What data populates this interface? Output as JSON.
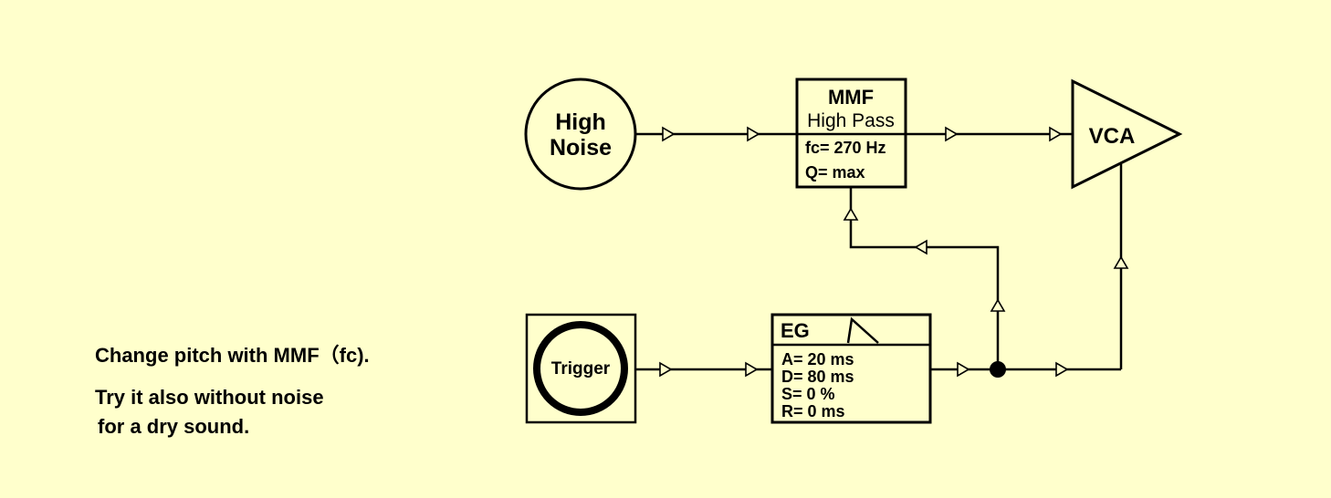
{
  "colors": {
    "background": "#ffffcc",
    "stroke": "#000000"
  },
  "nodes": {
    "noise": {
      "line1": "High",
      "line2": "Noise"
    },
    "mmf": {
      "title": "MMF",
      "mode": "High Pass",
      "fc": "fc= 270 Hz",
      "q": "Q= max"
    },
    "vca": {
      "label": "VCA"
    },
    "trigger": {
      "label": "Trigger"
    },
    "eg": {
      "title": "EG",
      "attack": "A= 20 ms",
      "decay": "D= 80 ms",
      "sustain": "S= 0 %",
      "release": "R= 0 ms"
    }
  },
  "notes": {
    "line1": "Change pitch with MMF（fc).",
    "line2": "Try it also without noise",
    "line3": "for a dry sound."
  }
}
